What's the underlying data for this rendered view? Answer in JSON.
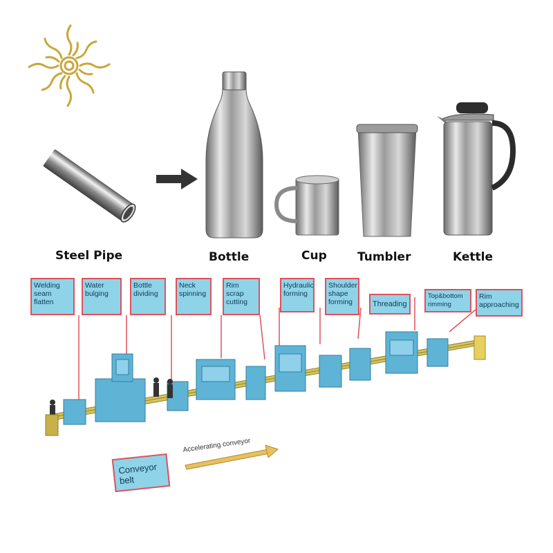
{
  "products": {
    "steel_pipe": "Steel Pipe",
    "bottle": "Bottle",
    "cup": "Cup",
    "tumbler": "Tumbler",
    "kettle": "Kettle"
  },
  "process_steps": [
    "Welding seam flatten",
    "Water bulging",
    "Bottle dividing",
    "Neck spinning",
    "Rim scrap cutting",
    "Hydraulic forming",
    "Shoulder shape forming",
    "Threading",
    "Top&bottom rimming",
    "Rim approaching"
  ],
  "conveyor": {
    "belt_label": "Conveyor belt",
    "accelerating_label": "Accelerating conveyor"
  },
  "colors": {
    "box_fill": "#8fd3e8",
    "box_border": "#e0505a",
    "machine": "#5fb4d6",
    "conveyor": "#c8b24a"
  }
}
